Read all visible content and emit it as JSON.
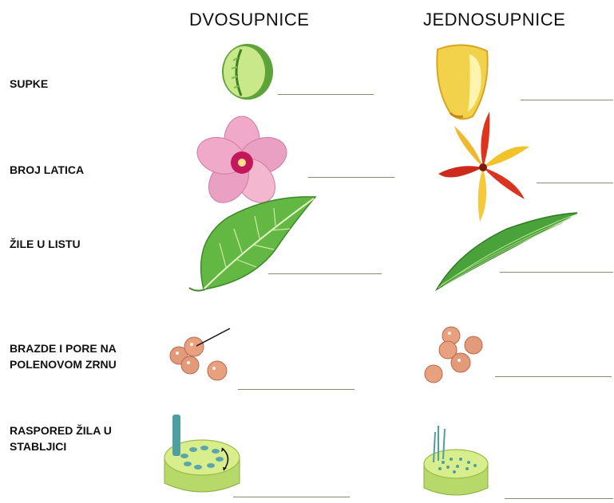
{
  "headers": {
    "dicots": "DVOSUPNICE",
    "monocots": "JEDNOSUPNICE"
  },
  "rows": [
    {
      "label": "SUPKE"
    },
    {
      "label": "BROJ LATICA"
    },
    {
      "label": "ŽILE U LISTU"
    },
    {
      "label": "BRAZDE I PORE NA POLENOVOM ZRNU"
    },
    {
      "label": "RASPORED ŽILA U STABLJICI"
    }
  ]
}
